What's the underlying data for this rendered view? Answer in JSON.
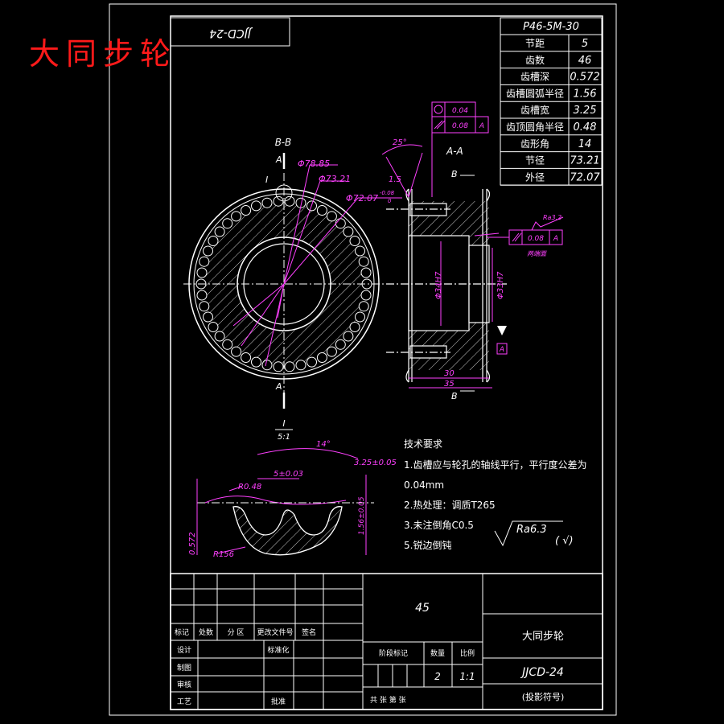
{
  "watermark_title": "大同步轮",
  "stamp_code": "JJCD-24",
  "param_table": {
    "header": "P46-5M-30",
    "rows": [
      {
        "label": "节距",
        "value": "5"
      },
      {
        "label": "齿数",
        "value": "46"
      },
      {
        "label": "齿槽深",
        "value": "0.572"
      },
      {
        "label": "齿槽圆弧半径",
        "value": "1.56"
      },
      {
        "label": "齿槽宽",
        "value": "3.25"
      },
      {
        "label": "齿顶圆角半径",
        "value": "0.48"
      },
      {
        "label": "齿形角",
        "value": "14"
      },
      {
        "label": "节径",
        "value": "73.21"
      },
      {
        "label": "外径",
        "value": "72.07"
      }
    ]
  },
  "gdt": {
    "flatness": "0.04",
    "parallel": "0.08",
    "datum": "A",
    "perp": "0.08",
    "rough_side": "Ra3.2",
    "side_note": "两端面"
  },
  "front_view": {
    "section_label": "B-B",
    "cut_a_top": "A",
    "cut_a_bottom": "A",
    "detail_mark": "I",
    "d1": "Φ78.85",
    "d2": "Φ73.21",
    "d3": "Φ72.07",
    "tol_up": "-0.08",
    "tol_dn": "0"
  },
  "side_view": {
    "section_label": "A-A",
    "angle": "25°",
    "chamfer": "1.5",
    "cut_b": "B",
    "bore": "Φ34H7",
    "bore2": "Φ33H7",
    "len1": "30",
    "len2": "35",
    "datum": "A"
  },
  "detail": {
    "label": "I",
    "scale": "5:1",
    "angle": "14°",
    "slot": "3.25±0.05",
    "pitch": "5±0.03",
    "r1": "R0.48",
    "depth": "0.572",
    "r2": "R156",
    "h": "1.56±0.05"
  },
  "notes": {
    "heading": "技术要求",
    "items": [
      "1.齿槽应与轮孔的轴线平行，平行度公差为",
      "0.04mm",
      "2.热处理：调质T265",
      "3.未注倒角C0.5",
      "5.锐边倒钝"
    ],
    "roughness": "Ra6.3",
    "rough_paren": "( √)"
  },
  "title_block": {
    "material": "45",
    "part_name": "大同步轮",
    "drawing_no": "JJCD-24",
    "proj_label": "(投影符号)",
    "rev_labels": [
      "标记",
      "处数",
      "分 区",
      "更改文件号",
      "签名"
    ],
    "design": "设计",
    "std": "标准化",
    "draw": "制图",
    "check": "审核",
    "process": "工艺",
    "approve": "批准",
    "stage": "阶段标记",
    "qty_label": "数量",
    "scale_label": "比例",
    "qty": "2",
    "scale": "1:1",
    "sheets": "共   张 第   张"
  }
}
